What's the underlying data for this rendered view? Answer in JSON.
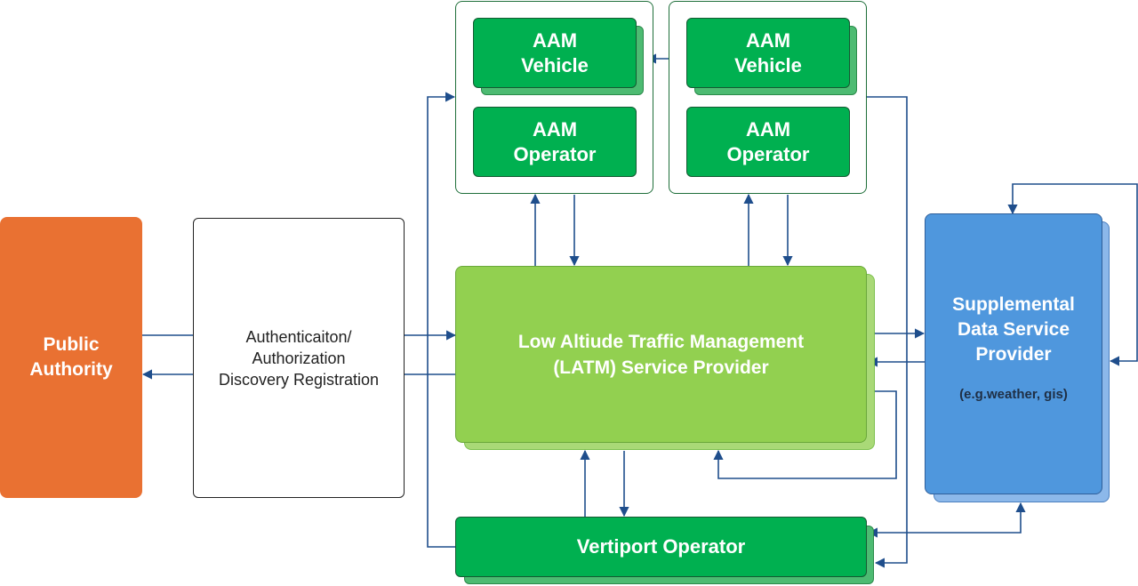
{
  "nodes": {
    "public_authority": "Public Authority",
    "auth": [
      "Authenticaiton/",
      "Authorization",
      "Discovery Registration"
    ],
    "aam_vehicle": [
      "AAM",
      "Vehicle"
    ],
    "aam_operator": [
      "AAM",
      "Operator"
    ],
    "latm": [
      "Low Altiude Traffic Management",
      "(LATM) Service Provider"
    ],
    "vertiport": "Vertiport Operator",
    "supplemental": [
      "Supplemental",
      "Data Service",
      "Provider"
    ],
    "supplemental_sub": "(e.g.weather, gis)"
  },
  "colors": {
    "orange": "#e97132",
    "dark_green": "#00b050",
    "light_green": "#92d050",
    "blue": "#4f97dd",
    "arrow": "#1f4e8c"
  }
}
